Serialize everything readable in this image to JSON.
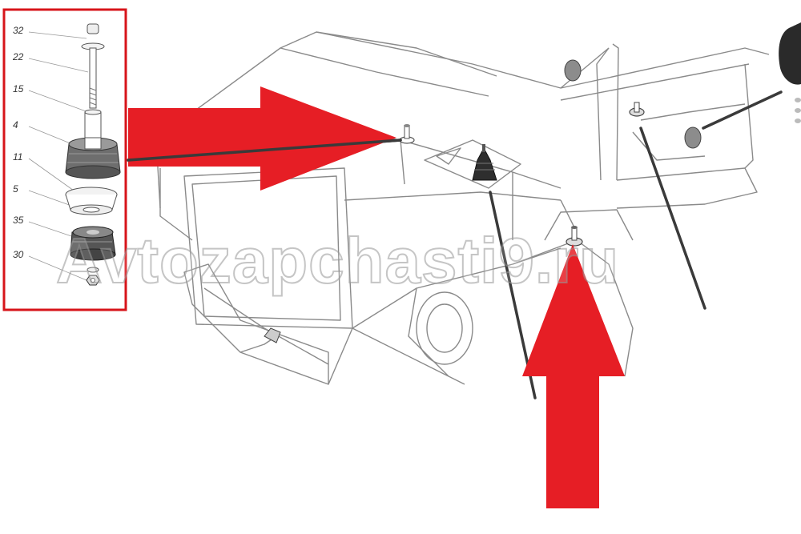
{
  "callouts": {
    "c32": "32",
    "c22": "22",
    "c15": "15",
    "c4": "4",
    "c11": "11",
    "c5": "5",
    "c35": "35",
    "c30": "30"
  },
  "watermark": "Avtozapchasti9.ru",
  "colors": {
    "frame": "#d7141a",
    "arrow": "#e61e25",
    "line": "#8a8a8a",
    "pointer": "#3a3a3a"
  }
}
